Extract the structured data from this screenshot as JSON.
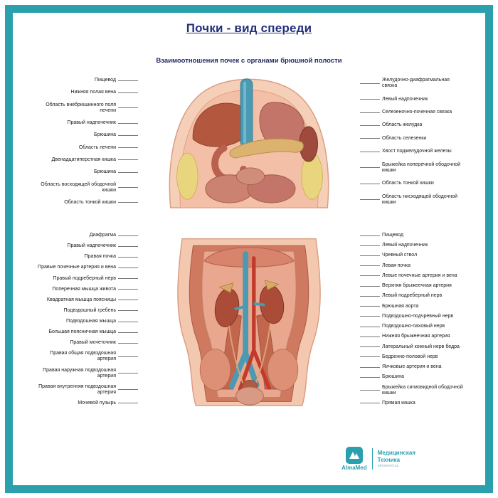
{
  "poster": {
    "title": "Почки - вид спереди",
    "figure1_caption": "Взаимоотношения почек с органами брюшной полости"
  },
  "figure1": {
    "left_labels": [
      "Пищевод",
      "Нижняя полая вена",
      "Область внебрюшинного поля печени",
      "Правый надпочечник",
      "Брюшина",
      "Область печени",
      "Двенадцатиперстная кишка",
      "Брюшина",
      "Область восходящей ободочной кишки",
      "Область тонкой кишки"
    ],
    "right_labels": [
      "Желудочно-диафрагмальная связка",
      "Левый надпочечник",
      "Селезеночно-почечная связка",
      "Область желудка",
      "Область селезенки",
      "Хвост поджелудочной железы",
      "Брыжейка поперечной ободочной кишки",
      "Область тонкой кишки",
      "Область нисходящей ободочной кишки"
    ]
  },
  "figure2": {
    "left_labels": [
      "Диафрагма",
      "Правый надпочечник",
      "Правая почка",
      "Правые почечные артерия и вена",
      "Правый подреберный нерв",
      "Поперечная мышца живота",
      "Квадратная мышца поясницы",
      "Подвздошный гребень",
      "Подвздошная мышца",
      "Большая поясничная мышца",
      "Правый мочеточник",
      "Правая общая подвздошная артерия",
      "Правая наружная подвздошная артерия",
      "Правая внутренняя подвздошная артерия",
      "Мочевой пузырь"
    ],
    "right_labels": [
      "Пищевод",
      "Левый надпочечник",
      "Чревный ствол",
      "Левая почка",
      "Левые почечные артерия и вена",
      "Верхняя брыжеечная артерия",
      "Левый подреберный нерв",
      "Брюшная аорта",
      "Подвздошно-подчревный нерв",
      "Подвздошно-паховый нерв",
      "Нижняя брыжеечная артерия",
      "Латеральный кожный нерв бедра",
      "Бедренно-половой нерв",
      "Яичковые артерия и вена",
      "Брюшина",
      "Брыжейка сигмовидной ободочной кишки",
      "Прямая кишка"
    ]
  },
  "logo": {
    "brand": "AlmaMed",
    "tagline_line1": "Медицинская",
    "tagline_line2": "Техника",
    "website": "almamed.su"
  },
  "colors": {
    "frame_teal": "#2aa0af",
    "title_blue": "#232e7d",
    "label_text": "#1a1a1a"
  }
}
